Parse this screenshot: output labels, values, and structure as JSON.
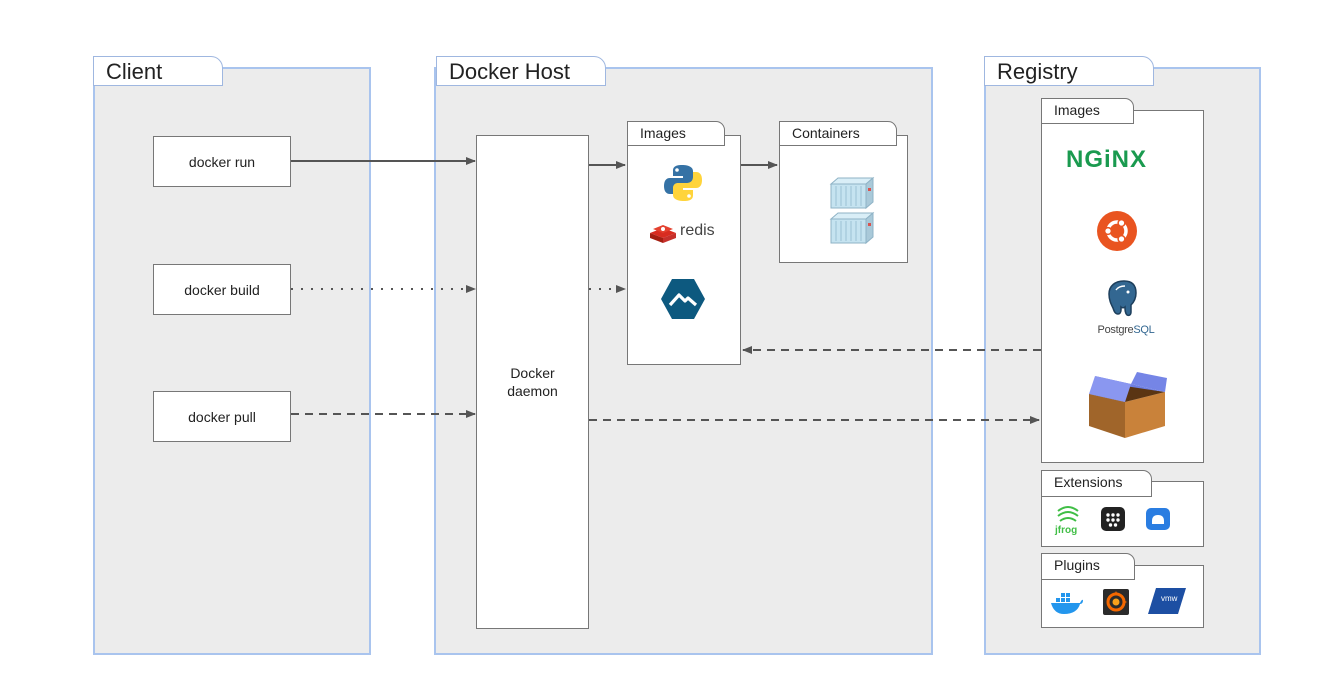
{
  "client": {
    "title": "Client",
    "commands": [
      "docker run",
      "docker build",
      "docker pull"
    ]
  },
  "host": {
    "title": "Docker Host",
    "daemon_line1": "Docker",
    "daemon_line2": "daemon",
    "images_title": "Images",
    "containers_title": "Containers",
    "redis_label": "redis"
  },
  "registry": {
    "title": "Registry",
    "images_title": "Images",
    "extensions_title": "Extensions",
    "plugins_title": "Plugins",
    "nginx_label": "NGiNX",
    "postgres_label_a": "Postgre",
    "postgres_label_b": "SQL",
    "jfrog_label": "jfrog",
    "vmw_label": "vmw"
  },
  "colors": {
    "panel_bg": "#ececec",
    "panel_border": "#a9c4ee",
    "arrow": "#555555",
    "nginx_green": "#1a9a4f",
    "ubuntu_orange": "#e95420",
    "redis_red": "#c6302b",
    "python_blue": "#3572a5",
    "python_yellow": "#ffd43b"
  }
}
